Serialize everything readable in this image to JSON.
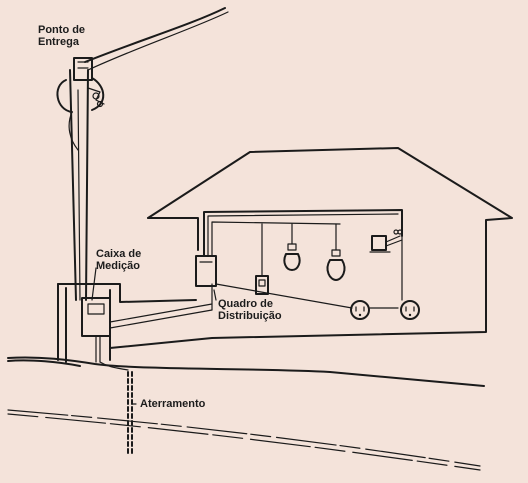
{
  "labels": {
    "ponto_de_entrega_1": "Ponto de",
    "ponto_de_entrega_2": "Entrega",
    "caixa_de_medicao_1": "Caixa de",
    "caixa_de_medicao_2": "Medição",
    "quadro_de_distribuicao_1": "Quadro de",
    "quadro_de_distribuicao_2": "Distribuição",
    "aterramento": "Aterramento"
  },
  "colors": {
    "background": "#f4e3da",
    "ink": "#1b1b1b"
  }
}
